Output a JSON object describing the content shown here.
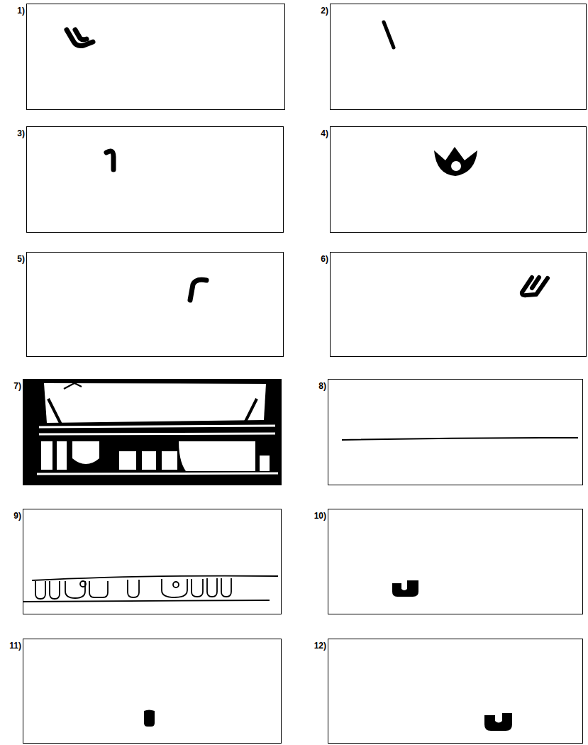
{
  "diagram": {
    "nodes": [
      {
        "text": [
          "1)"
        ]
      },
      {
        "text": [
          "2)"
        ]
      },
      {
        "text": [
          "3)"
        ]
      },
      {
        "text": [
          "4)"
        ]
      },
      {
        "text": [
          "5)"
        ]
      },
      {
        "text": [
          "6)"
        ]
      },
      {
        "text": [
          "7)"
        ]
      },
      {
        "text": [
          "8)"
        ]
      },
      {
        "text": [
          "9)"
        ]
      },
      {
        "text": [
          "10)"
        ]
      },
      {
        "text": [
          "11)"
        ]
      },
      {
        "text": [
          "12)"
        ]
      }
    ]
  }
}
